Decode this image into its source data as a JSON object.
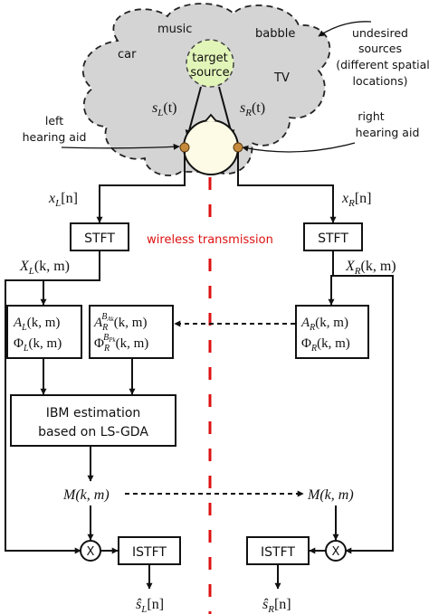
{
  "cloud": {
    "noise_car": "car",
    "noise_music": "music",
    "noise_babble": "babble",
    "noise_tv": "TV",
    "target_line1": "target",
    "target_line2": "source"
  },
  "annotations": {
    "undesired_line1": "undesired",
    "undesired_line2": "sources",
    "undesired_line3": "(different spatial",
    "undesired_line4": "locations)",
    "left_aid_line1": "left",
    "left_aid_line2": "hearing aid",
    "right_aid_line1": "right",
    "right_aid_line2": "hearing aid",
    "wireless": "wireless transmission"
  },
  "signals": {
    "sL_base": "s",
    "sL_sub": "L",
    "sL_arg": "(t)",
    "sR_base": "s",
    "sR_sub": "R",
    "sR_arg": "(t)",
    "xL_base": "x",
    "xL_sub": "L",
    "xL_arg": "[n]",
    "xR_base": "x",
    "xR_sub": "R",
    "xR_arg": "[n]",
    "XL_base": "X",
    "XL_sub": "L",
    "XL_arg": "(k, m)",
    "XR_base": "X",
    "XR_sub": "R",
    "XR_arg": "(k, m)",
    "ML_text": "M(k, m)",
    "MR_text": "M(k, m)",
    "shatL_base": "ŝ",
    "shatL_sub": "L",
    "shatL_arg": "[n]",
    "shatR_base": "ŝ",
    "shatR_sub": "R",
    "shatR_arg": "[n]"
  },
  "blocks": {
    "stft_left": "STFT",
    "stft_right": "STFT",
    "AL_base": "A",
    "AL_sub": "L",
    "AL_arg": "(k, m)",
    "PhiL_base": "Φ",
    "PhiL_sub": "L",
    "PhiL_arg": "(k, m)",
    "ARB_base": "A",
    "ARB_sub": "R",
    "ARB_sup": "B",
    "ARB_supsub": "Ak",
    "ARB_arg": "(k, m)",
    "PhiRB_base": "Φ",
    "PhiRB_sub": "R",
    "PhiRB_sup": "B",
    "PhiRB_supsub": "Pk",
    "PhiRB_arg": "(k, m)",
    "AR_base": "A",
    "AR_sub": "R",
    "AR_arg": "(k, m)",
    "PhiR_base": "Φ",
    "PhiR_sub": "R",
    "PhiR_arg": "(k, m)",
    "ibm_line1": "IBM estimation",
    "ibm_line2": "based on LS-GDA",
    "mult_left": "X",
    "mult_right": "X",
    "istft_left": "ISTFT",
    "istft_right": "ISTFT"
  },
  "colors": {
    "cloud_fill": "#d4d4d4",
    "target_fill": "#e2f5b8",
    "head_fill": "#fdfbe6",
    "hearing_aid_fill": "#c68a3c",
    "wireless_line": "#dd1111",
    "wireless_text": "#dd1111",
    "stroke": "#111111"
  }
}
